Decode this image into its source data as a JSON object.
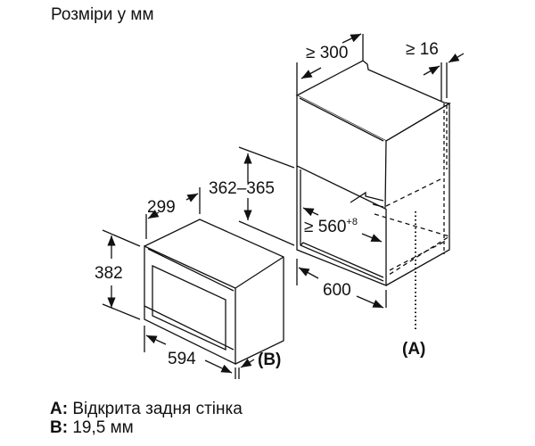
{
  "title": "Розміри у мм",
  "dimensions": {
    "cabinet_depth": "≥ 300",
    "cabinet_panel": "≥ 16",
    "niche_height": "362–365",
    "niche_width_prefix": "≥ 560",
    "niche_width_tol": "+8",
    "cabinet_width": "600",
    "appliance_depth": "299",
    "appliance_height": "382",
    "appliance_width": "594",
    "label_a": "(A)",
    "label_b": "(B)"
  },
  "legend": [
    {
      "key": "A:",
      "text": "Відкрита задня стінка"
    },
    {
      "key": "B:",
      "text": "19,5 мм"
    }
  ],
  "colors": {
    "line": "#111111",
    "background": "#ffffff"
  }
}
